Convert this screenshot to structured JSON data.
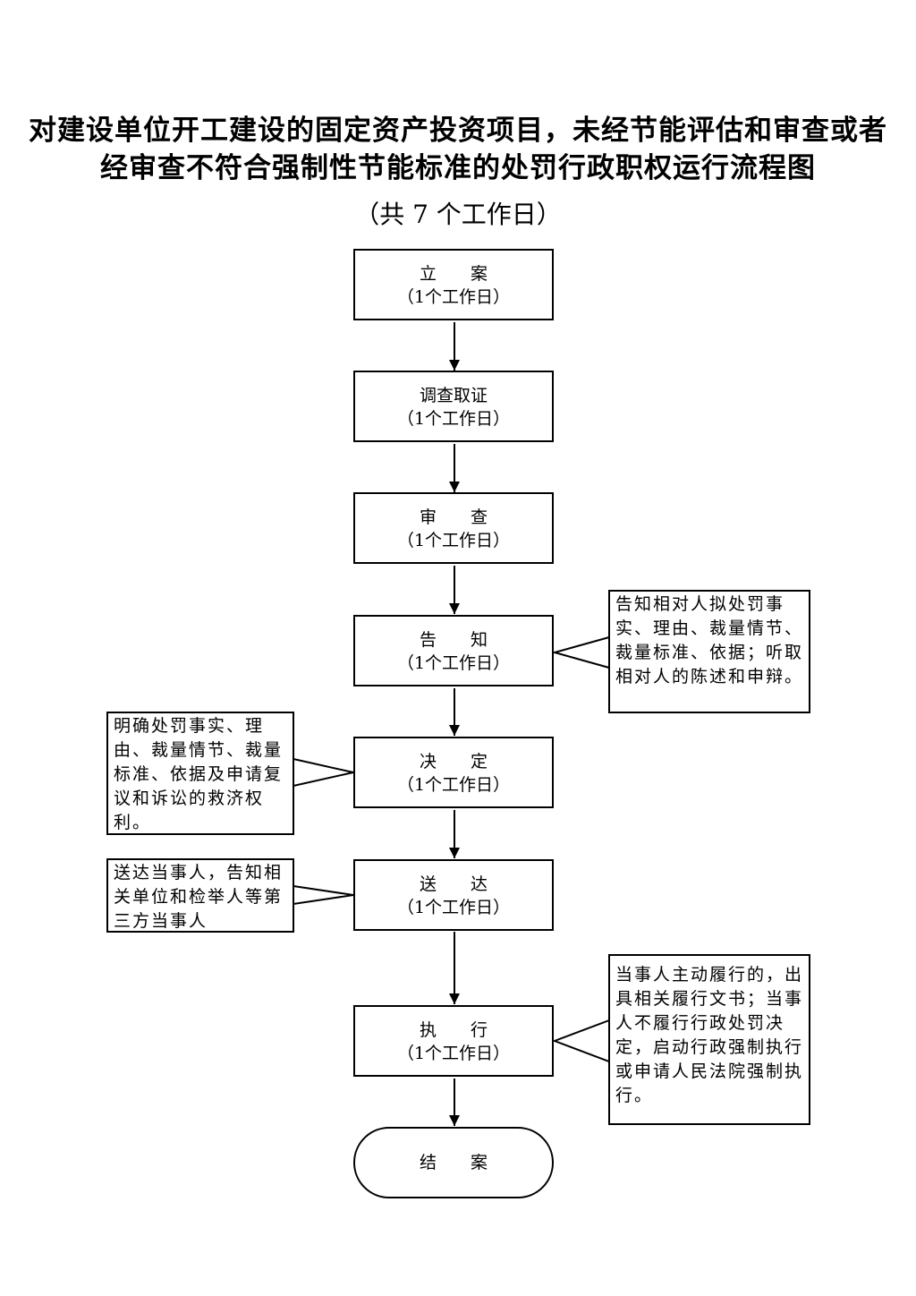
{
  "title_line1": "对建设单位开工建设的固定资产投资项目，未经节能评估和审查或者",
  "title_line2": "经审查不符合强制性节能标准的处罚行政职权运行流程图",
  "total_days": "（共 7 个工作日）",
  "steps": [
    {
      "label": "立　　案",
      "days": "（1个工作日）"
    },
    {
      "label": "调查取证",
      "days": "（1个工作日）"
    },
    {
      "label": "审　　查",
      "days": "（1个工作日）"
    },
    {
      "label": "告　　知",
      "days": "（1个工作日）"
    },
    {
      "label": "决　　定",
      "days": "（1个工作日）"
    },
    {
      "label": "送　　达",
      "days": "（1个工作日）"
    },
    {
      "label": "执　　行",
      "days": "（1个工作日）"
    },
    {
      "label": "结　　案"
    }
  ],
  "notes": {
    "inform": "告知相对人拟处罚事实、理由、裁量情节、裁量标准、依据；听取相对人的陈述和申辩。",
    "decision": "明确处罚事实、理由、裁量情节、裁量标准、依据及申请复议和诉讼的救济权利。",
    "delivery": "送达当事人，告知相关单位和检举人等第三方当事人",
    "execution": "当事人主动履行的，出具相关履行文书；当事人不履行行政处罚决定，启动行政强制执行或申请人民法院强制执行。"
  }
}
